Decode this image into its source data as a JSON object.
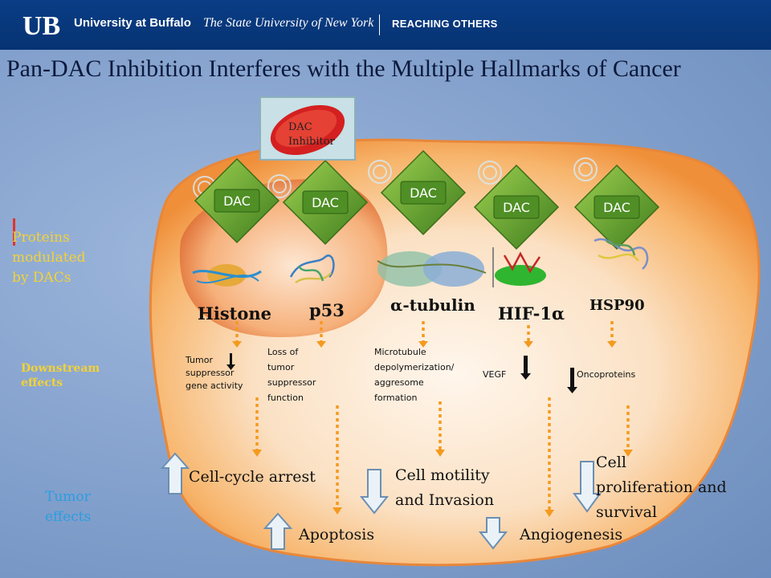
{
  "header": {
    "university": "University at Buffalo",
    "suny": "The State University of New York",
    "tagline": "REACHING OTHERS"
  },
  "title": "Pan-DAC Inhibition Interferes with the Multiple Hallmarks of Cancer",
  "inhibitor": {
    "label_line1": "DAC",
    "label_line2": "Inhibitor"
  },
  "dac_label": "DAC",
  "side_labels": {
    "proteins": [
      "Proteins",
      "modulated",
      "by DACs"
    ],
    "downstream": [
      "Downstream",
      "effects"
    ],
    "tumor": [
      "Tumor",
      "effects"
    ]
  },
  "proteins": [
    "Histone",
    "p53",
    "-tubulin",
    "HIF-1",
    "HSP90"
  ],
  "greek": {
    "alpha": "α"
  },
  "downstream": {
    "histone": [
      "Tumor",
      "suppressor",
      "gene activity"
    ],
    "p53": [
      "Loss of",
      "tumor",
      "suppressor",
      "function"
    ],
    "tubulin": [
      "Microtubule",
      "depolymerization/",
      "aggresome",
      "formation"
    ],
    "hif": "VEGF",
    "hsp90": "Oncoproteins"
  },
  "tumor_effects": {
    "cell_cycle": "Cell-cycle arrest",
    "apoptosis": "Apoptosis",
    "motility": [
      "Cell motility",
      "and Invasion"
    ],
    "angiogenesis": "Angiogenesis",
    "proliferation": [
      "Cell",
      "proliferation and",
      "survival"
    ]
  },
  "colors": {
    "header": "#063372",
    "cell": "#f5a44a",
    "nucleus": "#e8783a",
    "dac": "#5f9e2f",
    "arrow_orange": "#f49a1e",
    "side_yellow": "#f3d235",
    "tumor_blue": "#2a9ee2"
  }
}
